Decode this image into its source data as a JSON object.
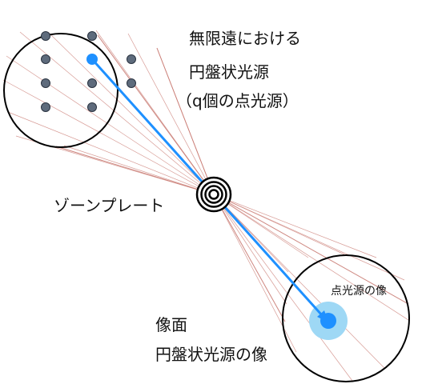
{
  "labels": {
    "source_line1": "無限遠における",
    "source_line2": "円盤状光源",
    "source_line3": "（q個の点光源）",
    "zone_plate": "ゾーンプレート",
    "point_image": "点光源の像",
    "image_plane": "像面",
    "disk_image": "円盤状光源の像"
  },
  "colors": {
    "dot": "#5e6b7c",
    "ray": "#c97a72",
    "beam": "#1e90ff",
    "halo": "#9ed8f5",
    "outline": "#000000"
  }
}
